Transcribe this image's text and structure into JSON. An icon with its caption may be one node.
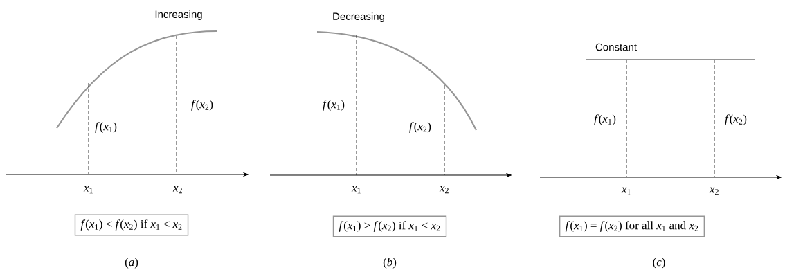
{
  "diagram": {
    "nodes": [
      {
        "text": [
          "*f*(*x*$_{1}$) < *f*(*x*$_{2}$) if *x*$_{1}$ < *x*$_{2}$"
        ]
      },
      {
        "text": [
          "*f*(*x*$_{1}$) > *f*(*x*$_{2}$) if *x*$_{1}$ < *x*$_{2}$"
        ]
      },
      {
        "text": [
          "*f*(*x*$_{1}$) = *f*(*x*$_{2}$) for all *x*$_{1}$ and *x*$_{2}$"
        ]
      }
    ],
    "labels": [
      "Increasing",
      "*f*(*x*$_{2}$)",
      "*f*(*x*$_{1}$)",
      "*x*$_{1}$",
      "*x*$_{2}$",
      "(*a*)",
      "Decreasing",
      "*f*(*x*$_{1}$)",
      "*f*(*x*$_{2}$)",
      "*x*$_{1}$",
      "*x*$_{2}$",
      "(*b*)",
      "Constant",
      "*f*(*x*$_{1}$)",
      "*f*(*x*$_{2}$)",
      "*x*$_{1}$",
      "*x*$_{2}$",
      "(*c*)"
    ]
  }
}
